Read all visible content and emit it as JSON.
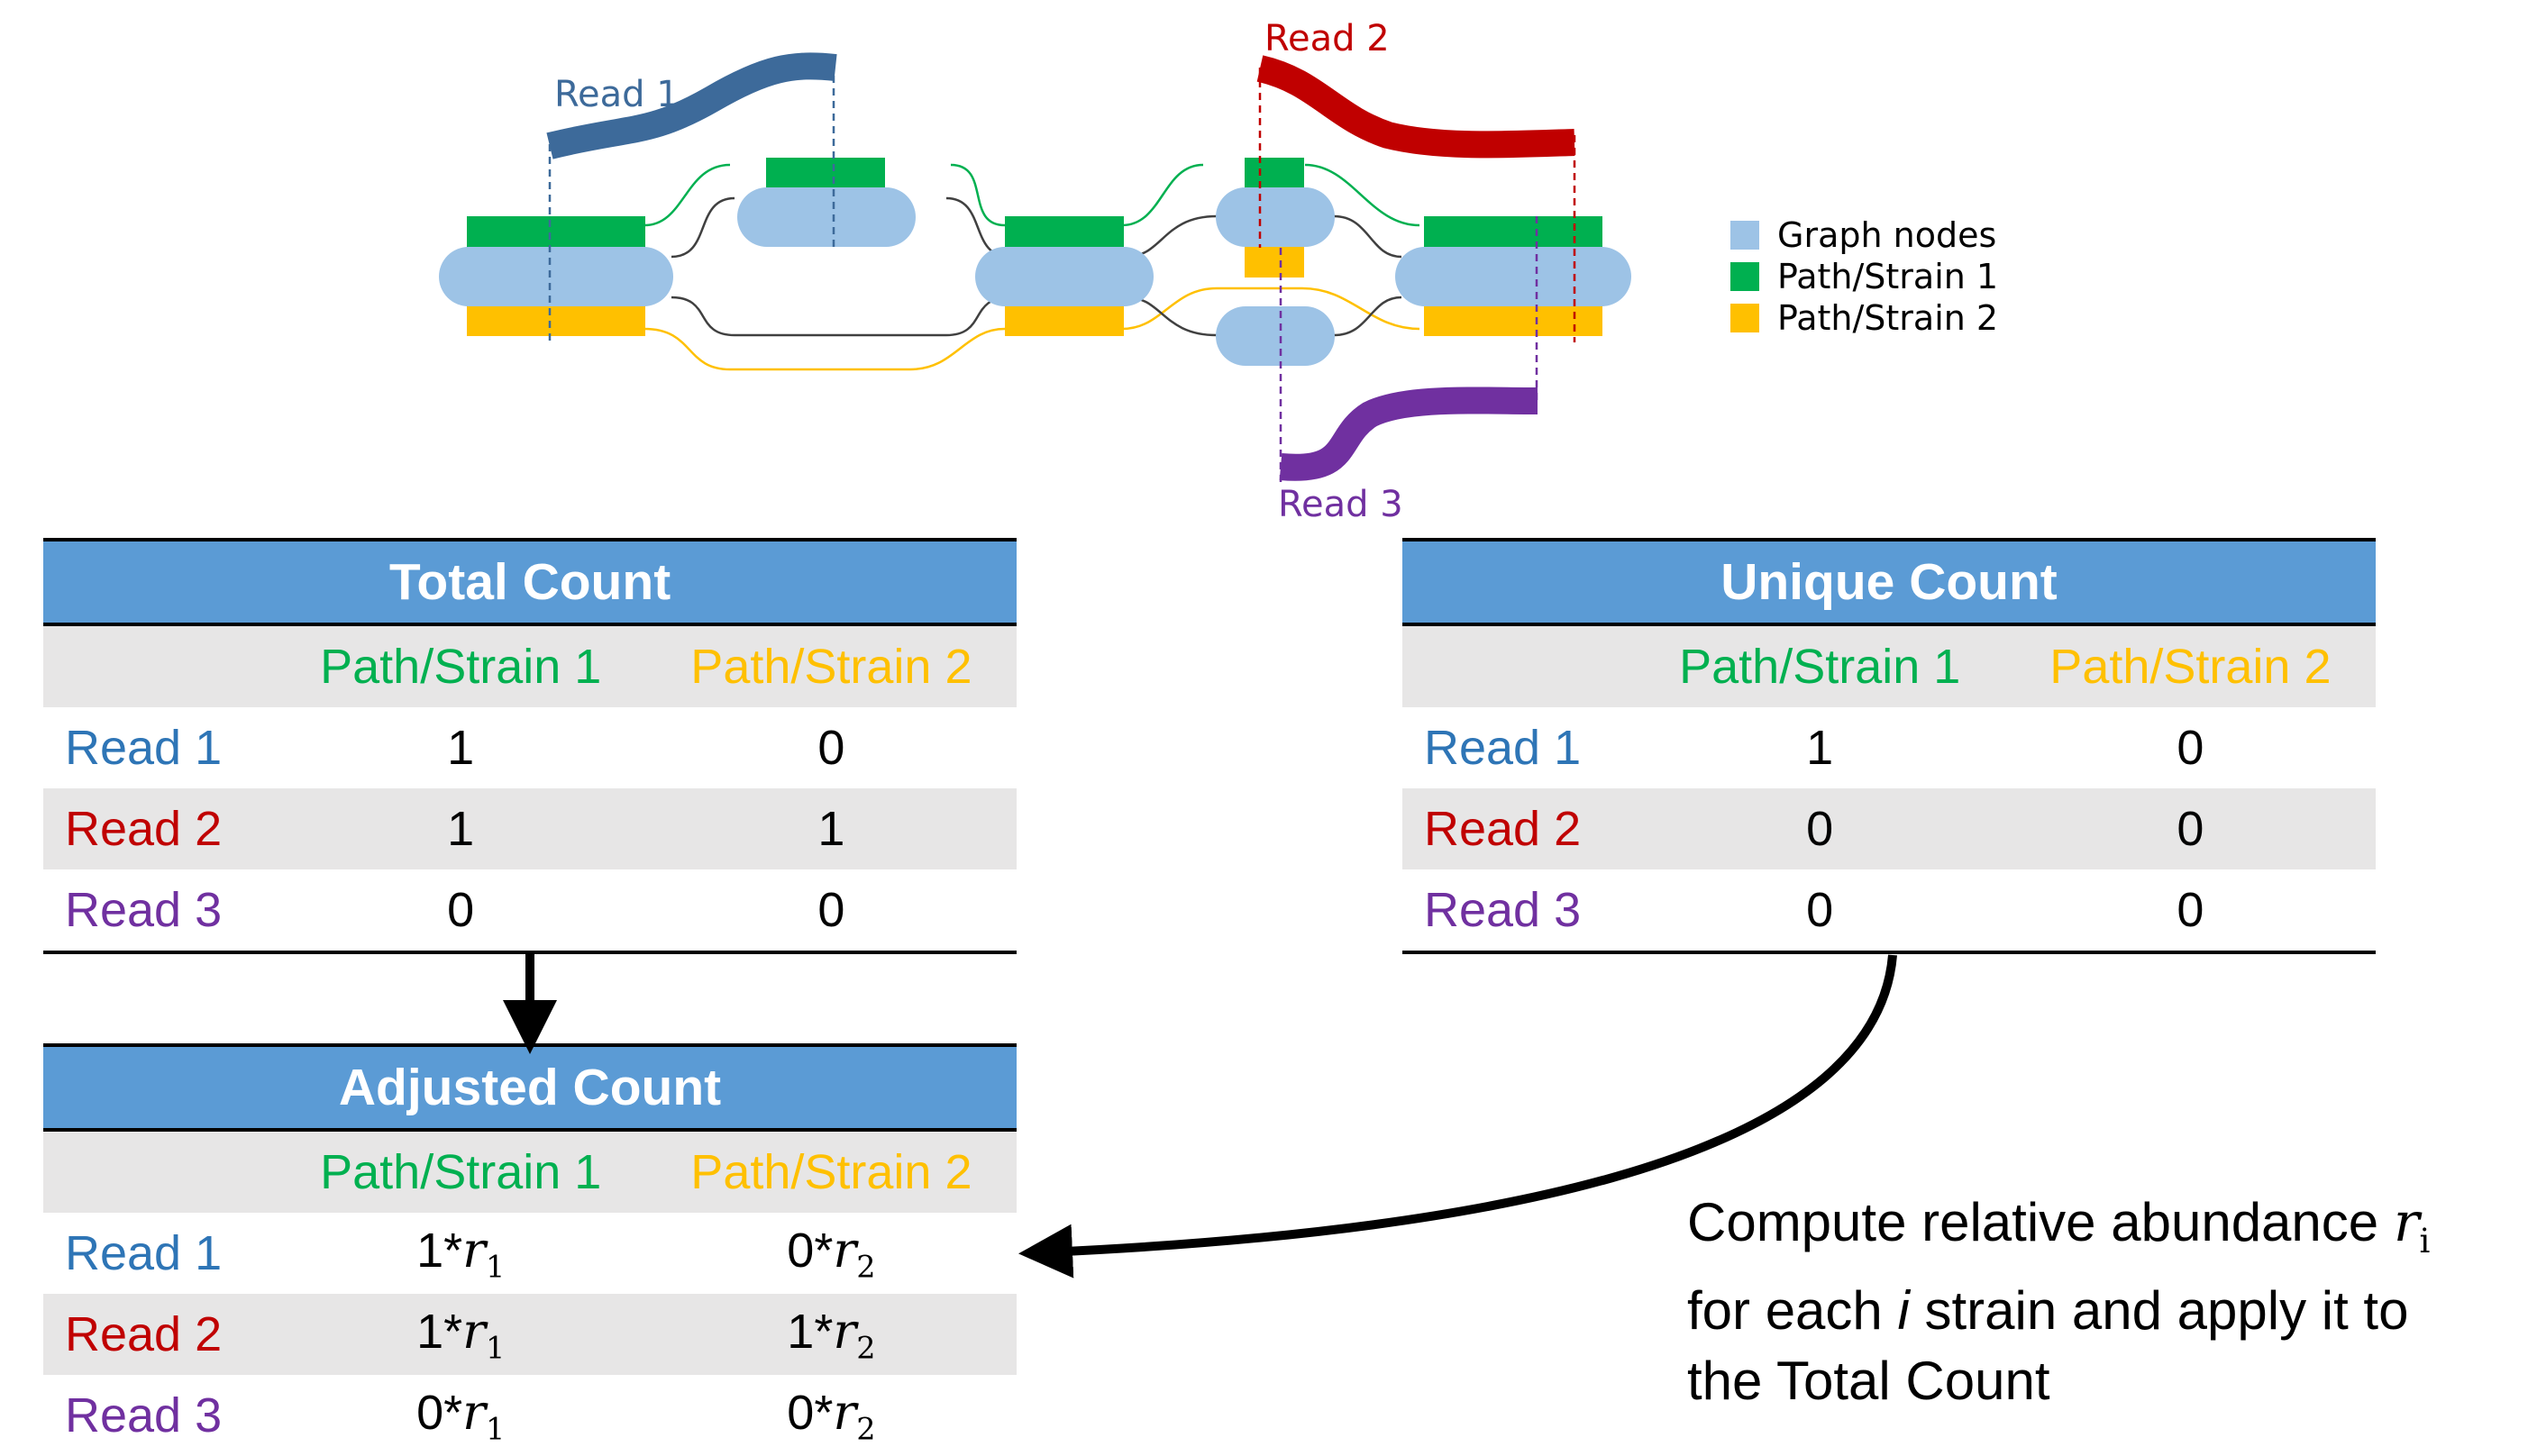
{
  "graph": {
    "reads": [
      {
        "label": "Read 1",
        "color": "#3d6a9a"
      },
      {
        "label": "Read 2",
        "color": "#c00000"
      },
      {
        "label": "Read 3",
        "color": "#7030a0"
      }
    ],
    "legend": [
      {
        "label": "Graph nodes",
        "color": "#9dc3e6"
      },
      {
        "label": "Path/Strain 1",
        "color": "#00b050"
      },
      {
        "label": "Path/Strain 2",
        "color": "#ffc000"
      }
    ]
  },
  "tables": {
    "total": {
      "title": "Total Count",
      "col1": "Path/Strain 1",
      "col2": "Path/Strain 2",
      "rows": [
        {
          "label": "Read 1",
          "v1": "1",
          "v2": "0"
        },
        {
          "label": "Read 2",
          "v1": "1",
          "v2": "1"
        },
        {
          "label": "Read 3",
          "v1": "0",
          "v2": "0"
        }
      ]
    },
    "unique": {
      "title": "Unique Count",
      "col1": "Path/Strain 1",
      "col2": "Path/Strain 2",
      "rows": [
        {
          "label": "Read 1",
          "v1": "1",
          "v2": "0"
        },
        {
          "label": "Read 2",
          "v1": "0",
          "v2": "0"
        },
        {
          "label": "Read 3",
          "v1": "0",
          "v2": "0"
        }
      ]
    },
    "adjusted": {
      "title": "Adjusted Count",
      "col1": "Path/Strain 1",
      "col2": "Path/Strain 2",
      "mult": "*",
      "var": "r",
      "sub1": "1",
      "sub2": "2",
      "rows": [
        {
          "label": "Read 1",
          "v1": "1",
          "v2": "0"
        },
        {
          "label": "Read 2",
          "v1": "1",
          "v2": "1"
        },
        {
          "label": "Read 3",
          "v1": "0",
          "v2": "0"
        }
      ]
    }
  },
  "caption": {
    "part1": "Compute relative abundance ",
    "var": "r",
    "sub": "i",
    "part2": "for each ",
    "ivar": "i",
    "part3": " strain and apply it to the Total Count"
  }
}
